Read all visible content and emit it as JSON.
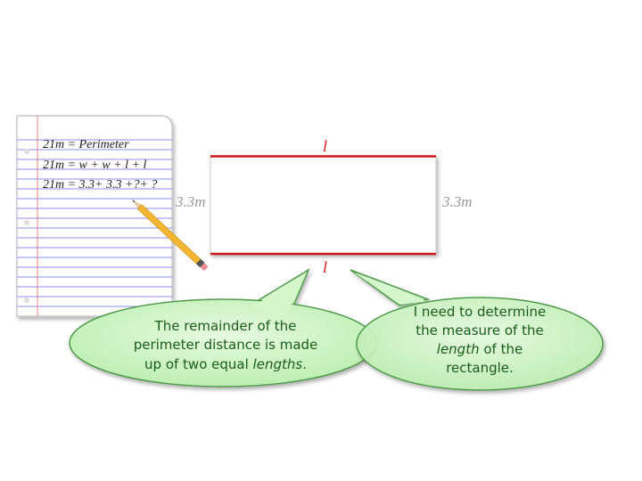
{
  "notebook": {
    "equations": [
      "21m = Perimeter",
      "21m = w + w + l + l",
      "21m = 3.3+ 3.3 +?+ ?"
    ]
  },
  "rectangle": {
    "top_label": "l",
    "bottom_label": "l",
    "left_label": "3.3m",
    "right_label": "3.3m"
  },
  "bubbles": {
    "left": {
      "line1": "The remainder of the",
      "line2": "perimeter distance is made",
      "line3_a": "up of two equal ",
      "line3_b": "lengths",
      "line3_c": "."
    },
    "right": {
      "line1": "I need to determine",
      "line2": "the measure of the",
      "line3_a": "length",
      "line3_b": " of the",
      "line4": "rectangle."
    }
  },
  "colors": {
    "bubble_fill": "#cdf5c4",
    "bubble_stroke": "#4f9a4a",
    "rule": "#8c8cf0",
    "accent": "#d01818"
  }
}
